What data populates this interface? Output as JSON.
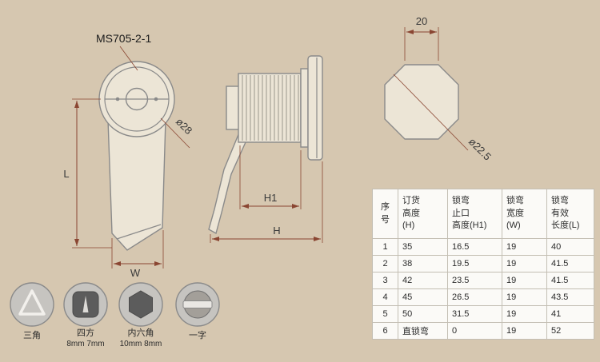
{
  "colors": {
    "background": "#d6c7b0",
    "dimension_lines": "#8a4632",
    "part_outline": "#8a8a8a",
    "table_background": "#fbfaf7",
    "table_grid": "#c3beb3"
  },
  "drawing": {
    "part_number": "MS705-2-1",
    "front_view": {
      "head_diameter": "ø28",
      "length_label": "L",
      "width_label": "W"
    },
    "side_view": {
      "h1_label": "H1",
      "h_label": "H"
    },
    "cam_view": {
      "flat_width": "20",
      "diameter": "ø22.5"
    }
  },
  "key_icons": [
    {
      "label": "三角",
      "sub": ""
    },
    {
      "label": "四方",
      "sub": "8mm 7mm"
    },
    {
      "label": "内六角",
      "sub": "10mm 8mm"
    },
    {
      "label": "一字",
      "sub": ""
    }
  ],
  "table": {
    "headers": [
      "序\n号",
      "订货\n高度\n(H)",
      "锁弯\n止口\n高度(H1)",
      "锁弯\n宽度\n(W)",
      "锁弯\n有效\n长度(L)"
    ],
    "rows": [
      [
        "1",
        "35",
        "16.5",
        "19",
        "40"
      ],
      [
        "2",
        "38",
        "19.5",
        "19",
        "41.5"
      ],
      [
        "3",
        "42",
        "23.5",
        "19",
        "41.5"
      ],
      [
        "4",
        "45",
        "26.5",
        "19",
        "43.5"
      ],
      [
        "5",
        "50",
        "31.5",
        "19",
        "41"
      ],
      [
        "6",
        "直锁弯",
        "0",
        "19",
        "52"
      ]
    ]
  }
}
